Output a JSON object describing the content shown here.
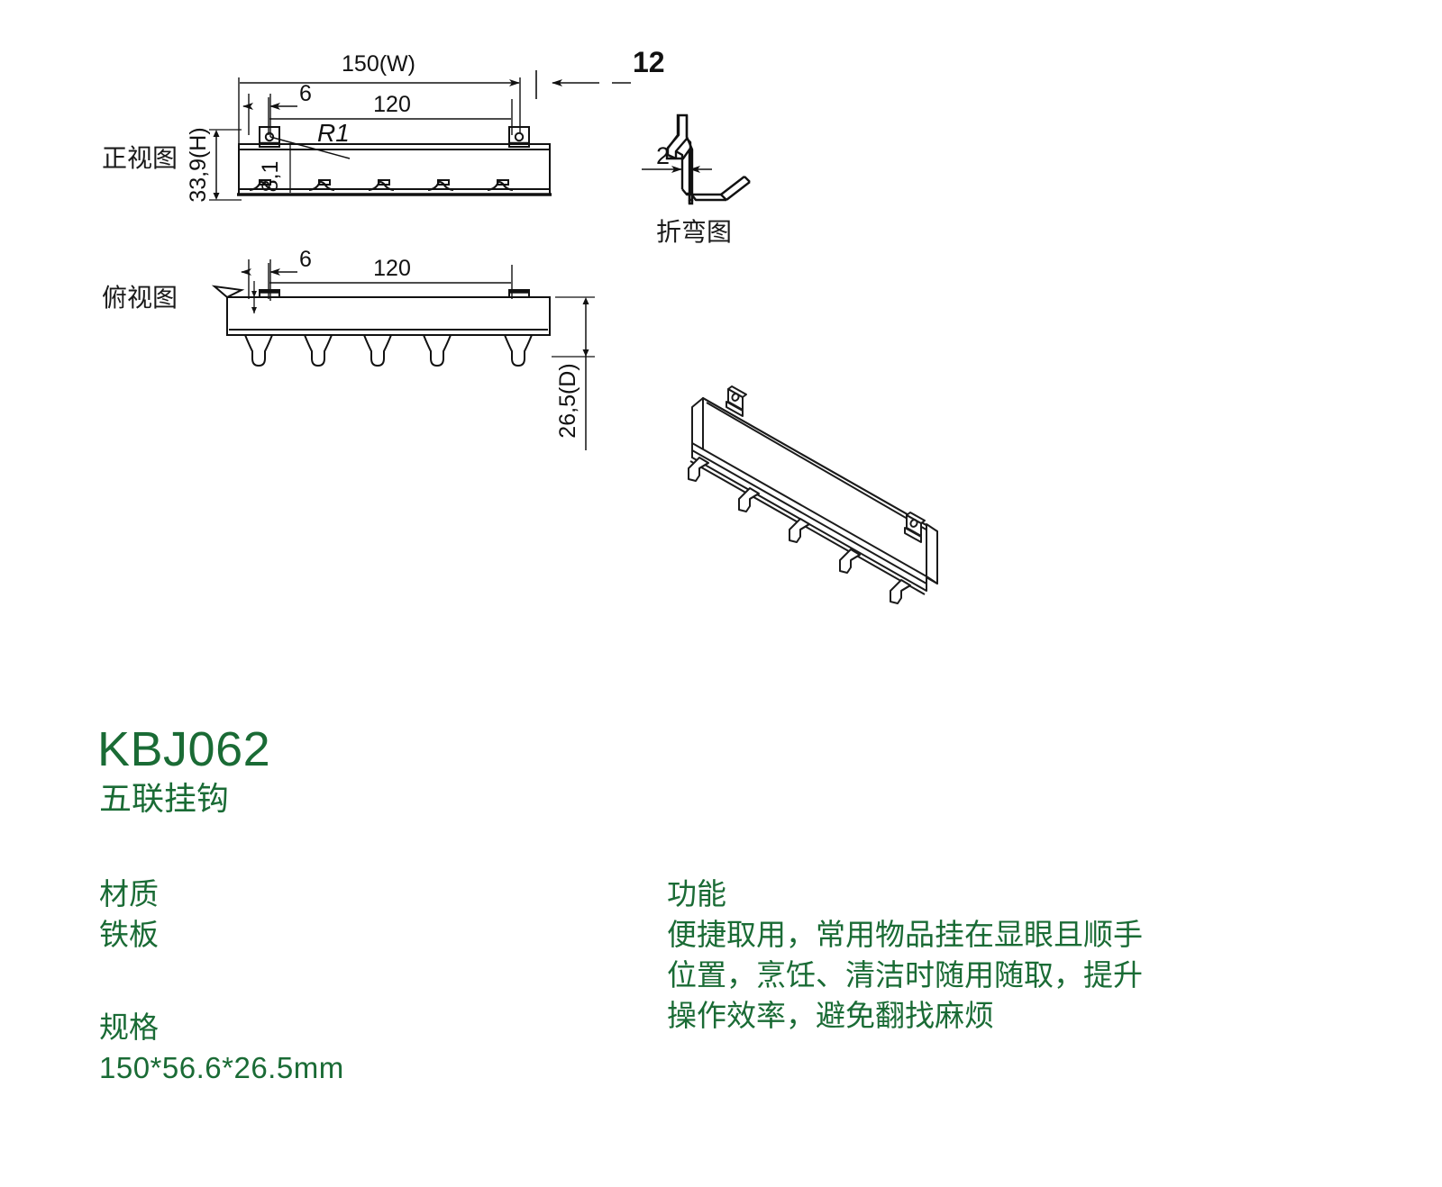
{
  "drawing": {
    "views": [
      {
        "id": "front-view",
        "label": "正视图"
      },
      {
        "id": "top-view",
        "label": "俯视图"
      },
      {
        "id": "bend-view",
        "label": "折弯图"
      }
    ],
    "labels": {
      "front_view": "正视图",
      "top_view": "俯视图",
      "bend_view": "折弯图"
    },
    "dimensions": {
      "overall_width": "150(W)",
      "hole_spacing": "120",
      "edge_offset_front": "6",
      "edge_offset_top": "6",
      "tab_projection": "12",
      "overall_height": "33,9(H)",
      "hook_height": "8,1",
      "radius": "R1",
      "overall_depth": "26,5(D)",
      "material_thickness": "2"
    }
  },
  "product": {
    "code": "KBJ062",
    "name": "五联挂钩",
    "accent_color": "#1a6b35"
  },
  "specs": {
    "material_label": "材质",
    "material_value": "铁板",
    "spec_label": "规格",
    "spec_value": "150*56.6*26.5mm"
  },
  "function": {
    "label": "功能",
    "lines": [
      "便捷取用，常用物品挂在显眼且顺手",
      "位置，烹饪、清洁时随用随取，提升",
      "操作效率，避免翻找麻烦"
    ]
  }
}
